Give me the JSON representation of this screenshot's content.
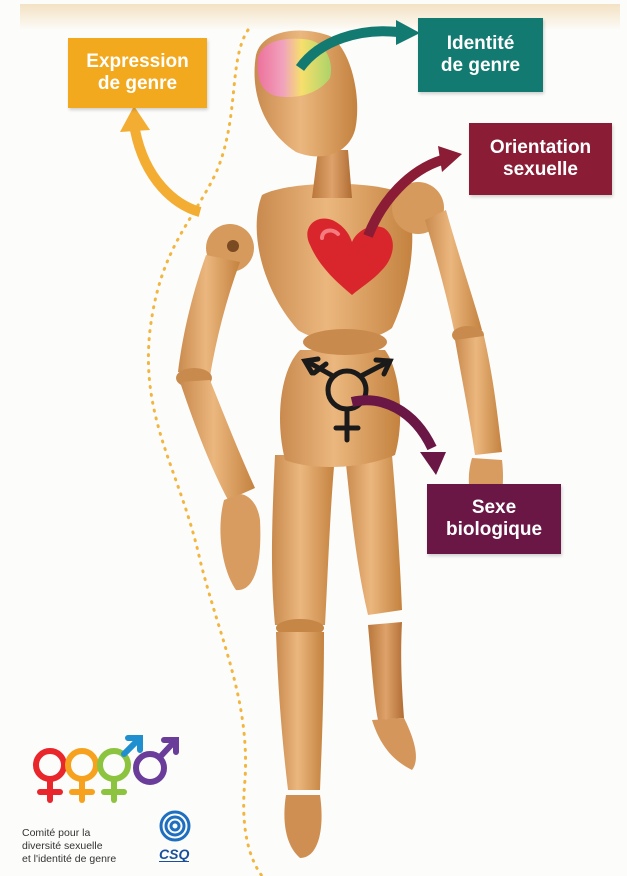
{
  "labels": {
    "expression": {
      "line1": "Expression",
      "line2": "de genre",
      "color": "#f3a91e"
    },
    "identite": {
      "line1": "Identité",
      "line2": "de genre",
      "color": "#137a72"
    },
    "orientation": {
      "line1": "Orientation",
      "line2": "sexuelle",
      "color": "#8a1d35"
    },
    "sexe": {
      "line1": "Sexe",
      "line2": "biologique",
      "color": "#6a1746"
    }
  },
  "logo": {
    "line1": "Comité pour la",
    "line2": "diversité sexuelle",
    "line3": "et l'identité de genre",
    "brand": "CSQ",
    "symbol_colors": [
      "#e8262b",
      "#f6a21e",
      "#8cc43f",
      "#1f8fd0",
      "#6a3d9a"
    ]
  },
  "figure": {
    "wood_color": "#e0a66a",
    "heart_color": "#d9262c",
    "gender_symbol_icon": "transgender-symbol-icon"
  }
}
